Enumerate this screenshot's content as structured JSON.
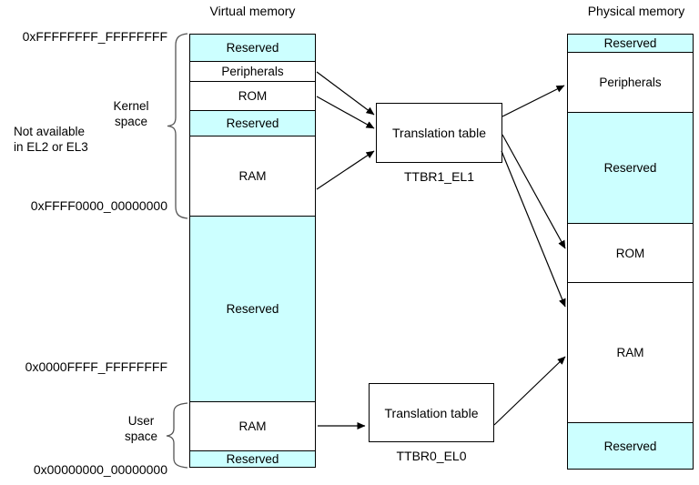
{
  "titles": {
    "virtual": "Virtual memory",
    "physical": "Physical memory"
  },
  "virtual_memory": {
    "sections": [
      {
        "label": "Reserved",
        "reserved": true
      },
      {
        "label": "Peripherals",
        "reserved": false
      },
      {
        "label": "ROM",
        "reserved": false
      },
      {
        "label": "Reserved",
        "reserved": true
      },
      {
        "label": "RAM",
        "reserved": false
      },
      {
        "label": "Reserved",
        "reserved": true
      },
      {
        "label": "RAM",
        "reserved": false
      },
      {
        "label": "Reserved",
        "reserved": true
      }
    ]
  },
  "physical_memory": {
    "sections": [
      {
        "label": "Reserved",
        "reserved": true
      },
      {
        "label": "Peripherals",
        "reserved": false
      },
      {
        "label": "Reserved",
        "reserved": true
      },
      {
        "label": "ROM",
        "reserved": false
      },
      {
        "label": "RAM",
        "reserved": false
      },
      {
        "label": "Reserved",
        "reserved": true
      }
    ]
  },
  "labels": {
    "addr_top": "0xFFFFFFFF_FFFFFFFF",
    "kernel_space_line1": "Kernel",
    "kernel_space_line2": "space",
    "not_available_line1": "Not available",
    "not_available_line2": "in EL2 or EL3",
    "addr_kernel_bottom": "0xFFFF0000_00000000",
    "addr_user_top": "0x0000FFFF_FFFFFFFF",
    "user_space_line1": "User",
    "user_space_line2": "space",
    "addr_bottom": "0x00000000_00000000"
  },
  "translation_tables": [
    {
      "label": "Translation table",
      "register": "TTBR1_EL1"
    },
    {
      "label": "Translation table",
      "register": "TTBR0_EL0"
    }
  ],
  "arrows": [
    {
      "from": "vm-peripherals",
      "to": "ttbr1-table"
    },
    {
      "from": "vm-rom",
      "to": "ttbr1-table"
    },
    {
      "from": "vm-kernel-ram",
      "to": "ttbr1-table"
    },
    {
      "from": "ttbr1-table",
      "to": "pm-peripherals"
    },
    {
      "from": "ttbr1-table",
      "to": "pm-rom"
    },
    {
      "from": "ttbr1-table",
      "to": "pm-ram"
    },
    {
      "from": "vm-user-ram",
      "to": "ttbr0-table"
    },
    {
      "from": "ttbr0-table",
      "to": "pm-ram"
    }
  ],
  "colors": {
    "reserved_fill": "#CCFFFF",
    "normal_fill": "#FFFFFF",
    "border": "#000000"
  }
}
